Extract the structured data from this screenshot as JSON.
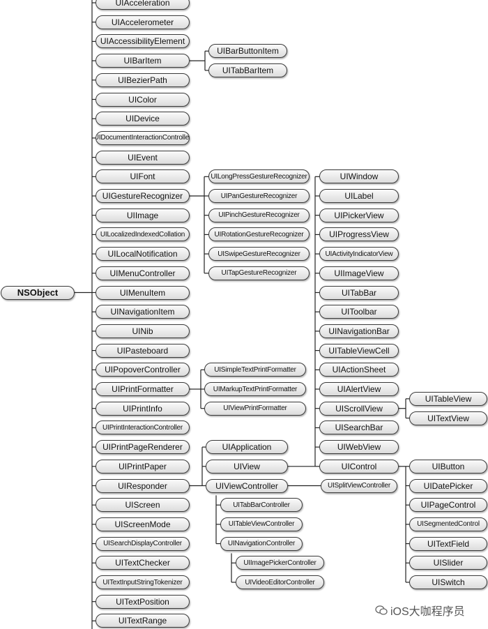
{
  "root": "NSObject",
  "uikit_classes": [
    "UIAcceleration",
    "UIAccelerometer",
    "UIAccessibilityElement",
    "UIBarItem",
    "UIBezierPath",
    "UIColor",
    "UIDevice",
    "UIDocumentInteractionController",
    "UIEvent",
    "UIFont",
    "UIGestureRecognizer",
    "UIImage",
    "UILocalizedIndexedCollation",
    "UILocalNotification",
    "UIMenuController",
    "UIMenuItem",
    "UINavigationItem",
    "UINib",
    "UIPasteboard",
    "UIPopoverController",
    "UIPrintFormatter",
    "UIPrintInfo",
    "UIPrintInteractionController",
    "UIPrintPageRenderer",
    "UIPrintPaper",
    "UIResponder",
    "UIScreen",
    "UIScreenMode",
    "UISearchDisplayController",
    "UITextChecker",
    "UITextInputStringTokenizer",
    "UITextPosition",
    "UITextRange"
  ],
  "bar_item_subclasses": [
    "UIBarButtonItem",
    "UITabBarItem"
  ],
  "gesture_subclasses": [
    "UILongPressGestureRecognizer",
    "UIPanGestureRecognizer",
    "UIPinchGestureRecognizer",
    "UIRotationGestureRecognizer",
    "UISwipeGestureRecognizer",
    "UITapGestureRecognizer"
  ],
  "print_formatter_subclasses": [
    "UISimpleTextPrintFormatter",
    "UIMarkupTextPrintFormatter",
    "UIViewPrintFormatter"
  ],
  "responder_subclasses": [
    "UIApplication",
    "UIView",
    "UIViewController"
  ],
  "view_subclasses": [
    "UIWindow",
    "UILabel",
    "UIPickerView",
    "UIProgressView",
    "UIActivityIndicatorView",
    "UIImageView",
    "UITabBar",
    "UIToolbar",
    "UINavigationBar",
    "UITableViewCell",
    "UIActionSheet",
    "UIAlertView",
    "UIScrollView",
    "UISearchBar",
    "UIWebView",
    "UIControl"
  ],
  "scroll_view_subclasses": [
    "UITableView",
    "UITextView"
  ],
  "control_subclasses": [
    "UIButton",
    "UIDatePicker",
    "UIPageControl",
    "UISegmentedControl",
    "UITextField",
    "UISlider",
    "UISwitch"
  ],
  "view_controller_subclasses": [
    "UITabBarController",
    "UITableViewController",
    "UINavigationController",
    "UISplitViewController"
  ],
  "navigation_controller_subclasses": [
    "UIImagePickerController",
    "UIVideoEditorController"
  ],
  "watermark": "iOS大咖程序员"
}
